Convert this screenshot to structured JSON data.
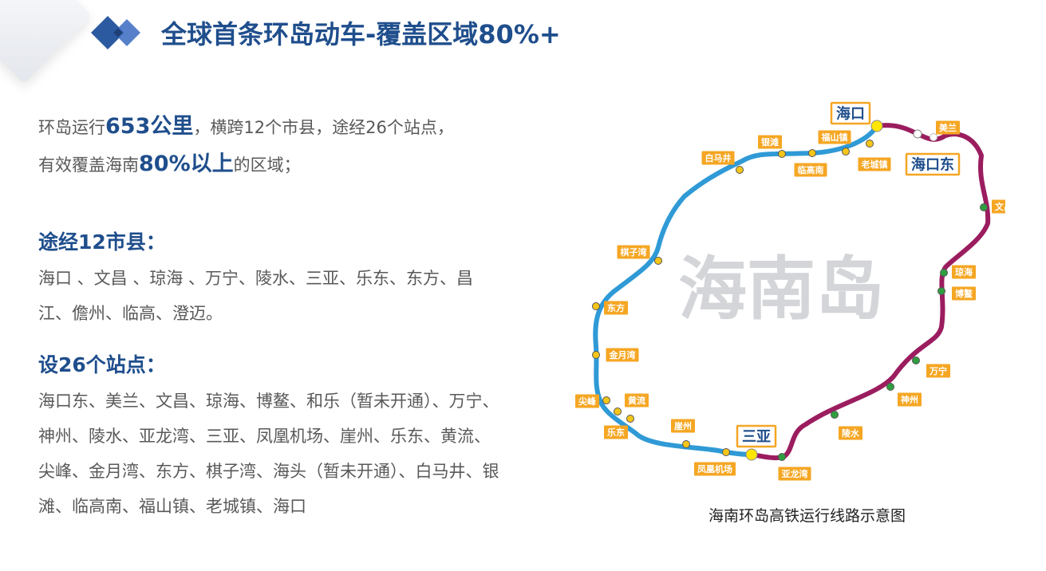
{
  "header": {
    "title": "全球首条环岛动车-覆盖区域80%+"
  },
  "intro": {
    "line1_pre": "环岛运行",
    "line1_hl": "653公里",
    "line1_post": "，横跨12个市县，途经26个站点，",
    "line2_pre": "有效覆盖海南",
    "line2_hl": "80%以上",
    "line2_post": "的区域；"
  },
  "counties": {
    "heading": "途经12市县：",
    "text": "海口 、文昌 、琼海 、万宁、陵水、三亚、乐东、东方、昌江、儋州、临高、澄迈。"
  },
  "stations": {
    "heading": "设26个站点：",
    "text": "海口东、美兰、文昌、琼海、博鳌、和乐（暂未开通）、万宁、神州、陵水、亚龙湾、三亚、凤凰机场、崖州、乐东、黄流、尖峰、金月湾、东方、棋子湾、海头（暂未开通）、白马井、银滩、临高南、福山镇、老城镇、海口"
  },
  "map": {
    "island_label": "海南岛",
    "caption": "海南环岛高铁运行线路示意图",
    "colors": {
      "west_line": "#2f9ad6",
      "east_line": "#9b1d5f",
      "label_bg": "#f5a623",
      "major_dot": "#ffe600",
      "west_dot": "#f5c518",
      "east_dot": "#2e9e3f",
      "island_text": "#d3d5d8"
    },
    "major_stations": [
      "海口",
      "海口东",
      "三亚"
    ],
    "stations": [
      {
        "name": "美兰"
      },
      {
        "name": "文昌"
      },
      {
        "name": "琼海"
      },
      {
        "name": "博鳌"
      },
      {
        "name": "万宁"
      },
      {
        "name": "神州"
      },
      {
        "name": "陵水"
      },
      {
        "name": "亚龙湾"
      },
      {
        "name": "凤凰机场"
      },
      {
        "name": "崖州"
      },
      {
        "name": "乐东"
      },
      {
        "name": "黄流"
      },
      {
        "name": "尖峰"
      },
      {
        "name": "金月湾"
      },
      {
        "name": "东方"
      },
      {
        "name": "棋子湾"
      },
      {
        "name": "白马井"
      },
      {
        "name": "银滩"
      },
      {
        "name": "临高南"
      },
      {
        "name": "福山镇"
      },
      {
        "name": "老城镇"
      }
    ]
  }
}
